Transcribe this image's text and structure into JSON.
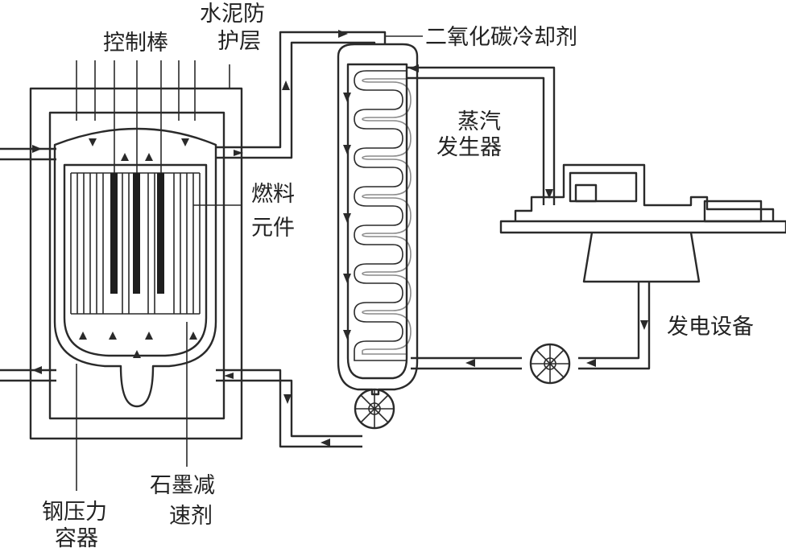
{
  "labels": {
    "control_rods": "控制棒",
    "concrete_shield_l1": "水泥防",
    "concrete_shield_l2": "护层",
    "co2_coolant": "二氧化碳冷却剂",
    "steam_gen_l1": "蒸汽",
    "steam_gen_l2": "发生器",
    "fuel_l1": "燃料",
    "fuel_l2": "元件",
    "power_equipment": "发电设备",
    "steel_vessel_l1": "钢压力",
    "steel_vessel_l2": "容器",
    "graphite_l1": "石墨减",
    "graphite_l2": "速剂"
  },
  "colors": {
    "line": "#2a2a2a",
    "rod": "#1e1e1e",
    "background": "#ffffff"
  }
}
